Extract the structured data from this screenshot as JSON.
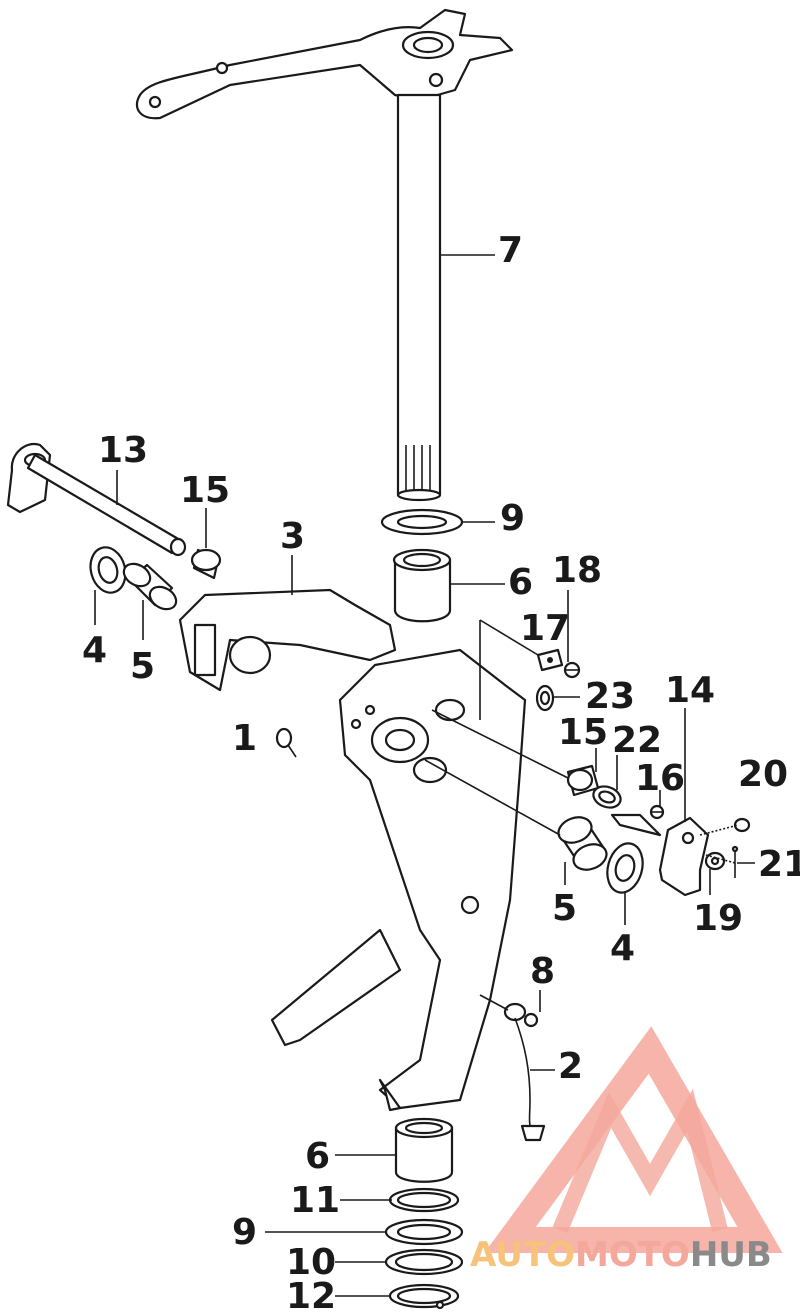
{
  "callouts": {
    "c7": "7",
    "c13": "13",
    "c15a": "15",
    "c3": "3",
    "c9a": "9",
    "c6a": "6",
    "c18": "18",
    "c17": "17",
    "c4a": "4",
    "c5a": "5",
    "c23": "23",
    "c14": "14",
    "c1": "1",
    "c15b": "15",
    "c22": "22",
    "c16": "16",
    "c20": "20",
    "c21": "21",
    "c5b": "5",
    "c19": "19",
    "c4b": "4",
    "c8": "8",
    "c2": "2",
    "c6b": "6",
    "c11": "11",
    "c9b": "9",
    "c10": "10",
    "c12": "12"
  },
  "watermark": {
    "part1": "AUTO",
    "part2": "MOTO",
    "part3": "HUB",
    "color_primary": "#f4a79b",
    "color_secondary": "#f7c27a",
    "color_grey": "#8a8a8a"
  }
}
